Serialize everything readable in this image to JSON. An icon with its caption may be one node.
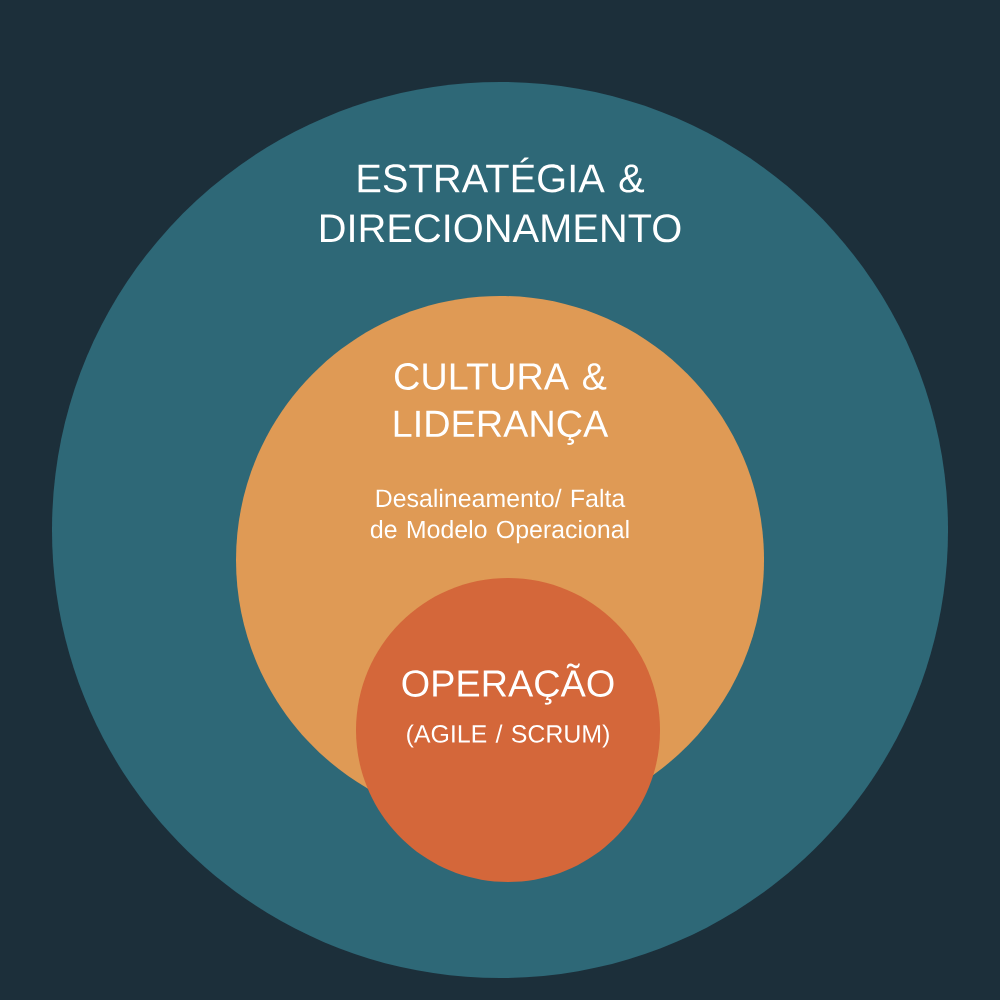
{
  "diagram": {
    "nodes": [
      {
        "text": [
          "ESTRATÉGIA & DIRECIONAMENTO"
        ]
      },
      {
        "text": [
          "CULTURA & LIDERANÇA",
          "Desalineamento/ Falta de Modelo Operacional"
        ],
        "in": 0
      },
      {
        "text": [
          "OPERAÇÃO",
          "(AGILE / SCRUM)"
        ],
        "in": 0
      }
    ]
  }
}
